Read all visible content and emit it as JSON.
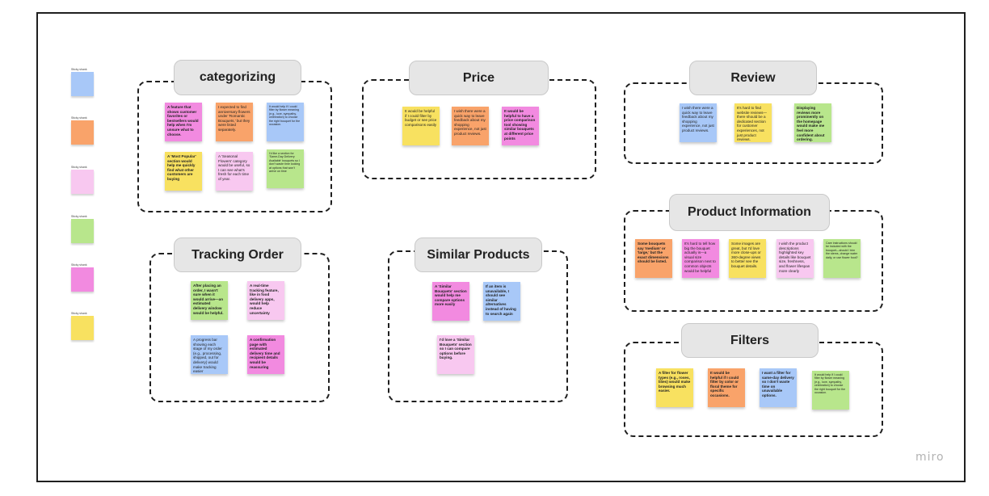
{
  "brand": "miro",
  "palette": {
    "label": "Sticky shank",
    "colors": [
      "#a8c8f8",
      "#f9a36a",
      "#f8c8f0",
      "#b8e68c",
      "#f28ae0",
      "#f8e160"
    ]
  },
  "groups": {
    "categorizing": {
      "title": "categorizing",
      "notes": [
        "A feature that shows customer favorites or bestsellers would help when I'm unsure what to choose.",
        "I expected to find anniversary flowers under 'Romantic Bouquets,' but they were listed separately.",
        "It would help if I could filter by flower meaning (e.g., love, sympathy, celebration) to choose the right bouquet for the occasion.",
        "A 'Most Popular' section would help me quickly find what other customers are buying",
        "A 'Seasonal Flowers' category would be useful, so I can see what's fresh for each time of year.",
        "I'd like a section for 'Same-Day Delivery Available' bouquets so I don't waste time looking at options that won't arrive on time"
      ]
    },
    "price": {
      "title": "Price",
      "notes": [
        "It would be helpful if I could filter by budget or see price comparisons easily",
        "I wish there were a quick way to leave feedback about my shopping experience, not just product reviews.",
        "It would be helpful to have a price comparison tool showing similar bouquets at different price points"
      ]
    },
    "review": {
      "title": "Review",
      "notes": [
        "I wish there were a quick way to leave feedback about my shopping experience, not just product reviews.",
        "It's hard to find website reviews—there should be a dedicated section for customer experiences, not just product reviews.",
        "Displaying reviews more prominently on the homepage would make me feel more confident about ordering."
      ]
    },
    "tracking": {
      "title": "Tracking Order",
      "notes": [
        "After placing an order, I wasn't sure when it would arrive—an estimated delivery window would be helpful.",
        "A real-time tracking feature, like in food delivery apps, would help reduce uncertainty",
        "A progress bar showing each stage of my order (e.g., processing, shipped, out for delivery) would make tracking easier",
        "A confirmation page with estimated delivery time and recipient details would be reassuring"
      ]
    },
    "similar": {
      "title": "Similar Products",
      "notes": [
        "A 'Similar Bouquets' section would help me compare options more easily",
        "If an item is unavailable, I should see similar alternatives instead of having to search again",
        "I'd love a 'Similar Bouquets' section so I can compare options before buying."
      ]
    },
    "product": {
      "title": "Product Information",
      "notes": [
        "Some bouquets say 'medium' or 'large,' but the exact dimensions should be listed.",
        "It's hard to tell how big the bouquet actually is—a visual size comparison next to common objects would be helpful",
        "Some images are great, but I'd love more close-ups or 360-degree views to better see the bouquet details.",
        "I wish the product descriptions highlighted key details like bouquet size, freshness, and flower lifespan more clearly",
        "Care instructions should be included with the bouquet—should I trim the stems, change water daily, or use flower food?"
      ]
    },
    "filters": {
      "title": "Filters",
      "notes": [
        "A filter for flower types (e.g., roses, lilies) would make browsing much easier.",
        "It would be helpful if I could filter by color or floral theme for specific occasions.",
        "I want a filter for same-day delivery so I don't waste time on unavailable options.",
        "It would help if I could filter by flower meaning (e.g., love, sympathy, celebration) to choose the right bouquet for the occasion."
      ]
    }
  }
}
